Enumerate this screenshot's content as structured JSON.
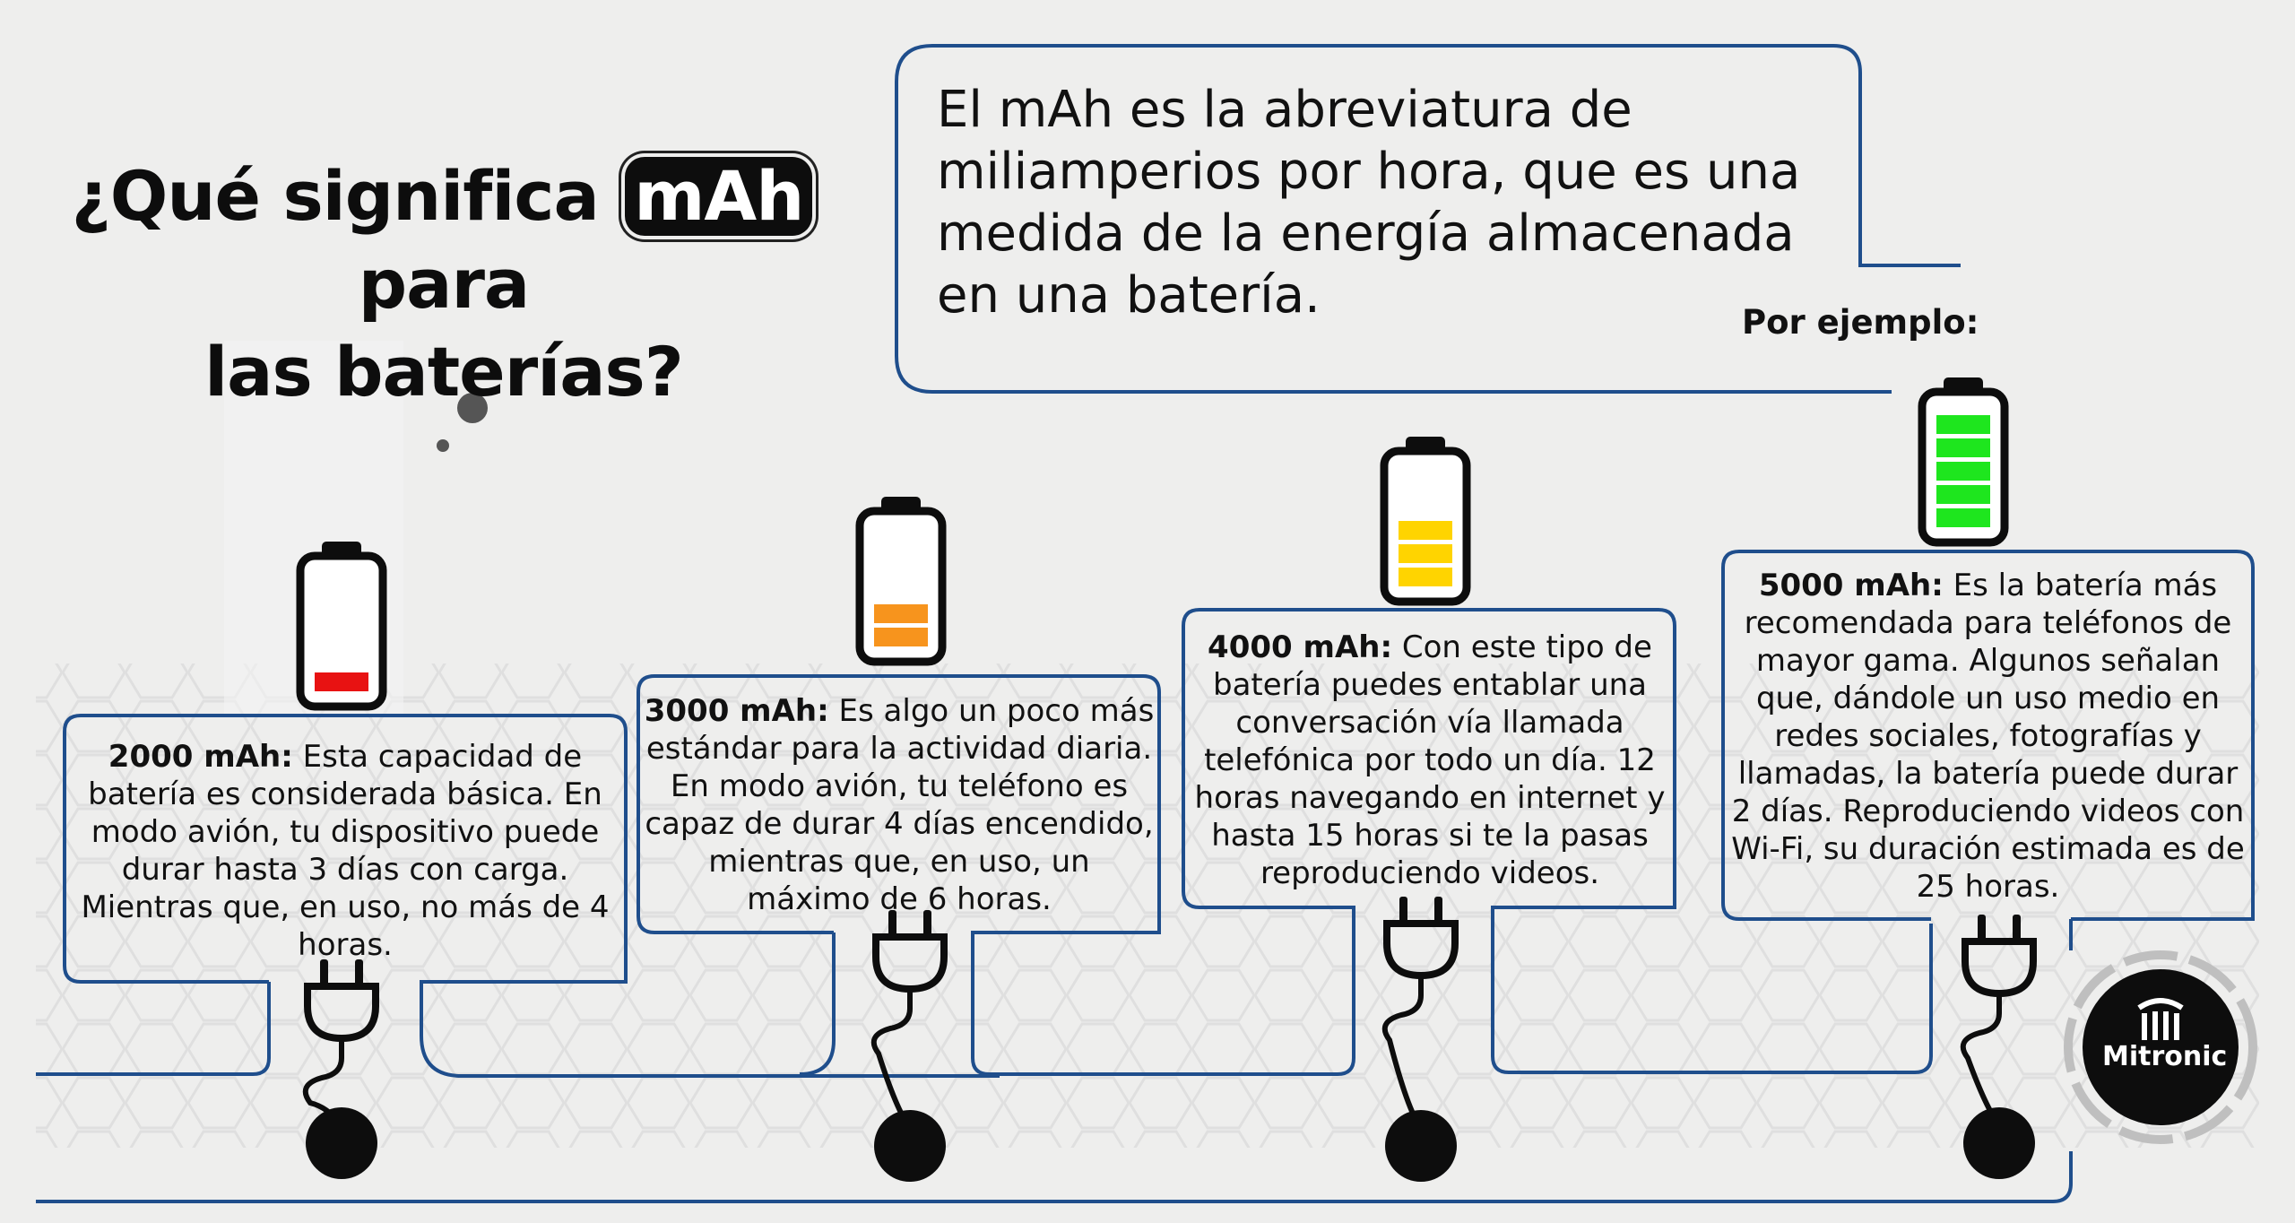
{
  "title": {
    "part1": "¿Qué significa",
    "highlight": "mAh",
    "part2": "para",
    "line2": "las baterías?"
  },
  "intro": "El mAh es la abreviatura de miliamperios por hora, que es una medida de la energía almacenada en una batería.",
  "example_label": "Por ejemplo:",
  "cards": [
    {
      "capacity": "2000 mAh:",
      "text": " Esta capacidad de batería es considerada básica. En modo avión, tu dispositivo puede durar hasta 3 días con carga. Mientras que, en uso, no más de 4 horas.",
      "battery_level": 0.2,
      "battery_color": "#e81212"
    },
    {
      "capacity": "3000 mAh:",
      "text": " Es algo un poco más estándar para la actividad diaria. En modo avión, tu teléfono es capaz de durar 4 días encendido, mientras que, en uso, un máximo de 6 horas.",
      "battery_level": 0.4,
      "battery_color": "#f7941d"
    },
    {
      "capacity": "4000 mAh:",
      "text": " Con este tipo de batería puedes entablar una conversación vía llamada telefónica por todo un día. 12 horas navegando en internet y hasta 15 horas si te la pasas reproduciendo videos.",
      "battery_level": 0.6,
      "battery_color": "#ffd400"
    },
    {
      "capacity": "5000 mAh:",
      "text": " Es la batería más recomendada para teléfonos de mayor gama. Algunos señalan que, dándole un uso medio en redes sociales, fotografías y llamadas, la batería puede durar 2 días. Reproduciendo videos con Wi-Fi, su duración estimada es de 25 horas.",
      "battery_level": 1.0,
      "battery_color": "#1ee61e"
    }
  ],
  "logo": {
    "name": "Mitronic"
  },
  "colors": {
    "line": "#1f4e8c",
    "ink": "#0d0d0d",
    "background": "#eeeeed"
  }
}
